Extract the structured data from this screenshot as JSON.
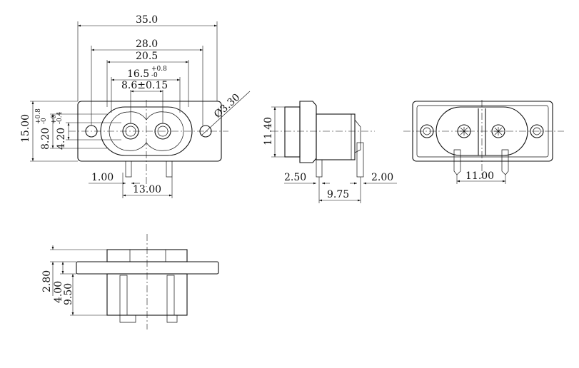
{
  "front_view": {
    "width_overall": "35.0",
    "width_slots": "28.0",
    "width_body": "20.5",
    "width_inner": "16.5",
    "width_inner_tol": "+0.8",
    "width_inner_tol_low": "-0",
    "pin_spacing": "8.6±0.15",
    "hole_dia": "Ø3.30",
    "height_overall": "15.00",
    "height_body": "8.20",
    "height_body_tol_high": "+0.8",
    "height_body_tol_low": "-0",
    "height_inner": "4.20",
    "height_inner_tol_high": "+0",
    "height_inner_tol_low": "-0.4",
    "pin_width": "1.00",
    "pin_span": "13.00"
  },
  "side_view": {
    "height": "11.40",
    "left_offset": "2.50",
    "right_offset": "2.00",
    "depth": "9.75"
  },
  "rear_view": {
    "pin_span": "11.00"
  },
  "bottom_view": {
    "flange": "2.80",
    "step": "4.00",
    "total": "9.50"
  }
}
